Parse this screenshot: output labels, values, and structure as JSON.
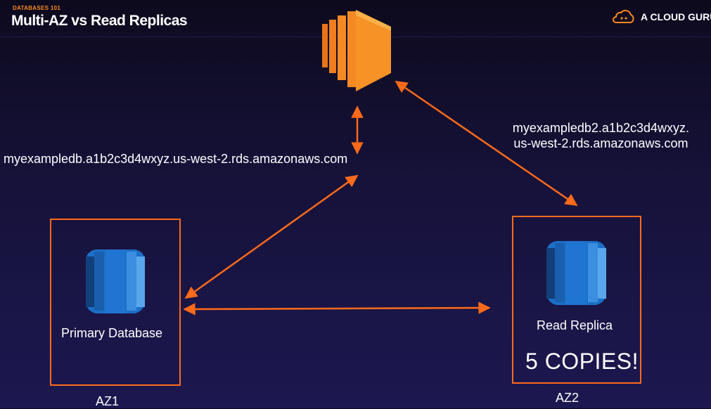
{
  "header": {
    "kicker": "DATABASES 101",
    "title": "Multi-AZ vs Read Replicas"
  },
  "brand": {
    "name": "A CLOUD GURU",
    "icon": "cloud-logo-icon"
  },
  "endpoints": {
    "primary": "myexampledb.a1b2c3d4wxyz.us-west-2.rds.amazonaws.com",
    "replica_line1": "myexampledb2.a1b2c3d4wxyz.",
    "replica_line2": "us-west-2.rds.amazonaws.com"
  },
  "primary": {
    "label": "Primary Database",
    "zone": "AZ1"
  },
  "replica": {
    "label": "Read Replica",
    "copies": "5 COPIES!",
    "zone": "AZ2"
  },
  "icons": {
    "compute": "ec2-instance-icon",
    "database": "rds-database-icon",
    "arrow": "double-arrow"
  },
  "colors": {
    "accent": "#ff8a1c",
    "database_blue": "#1b6fc7",
    "background": "#16123a"
  }
}
